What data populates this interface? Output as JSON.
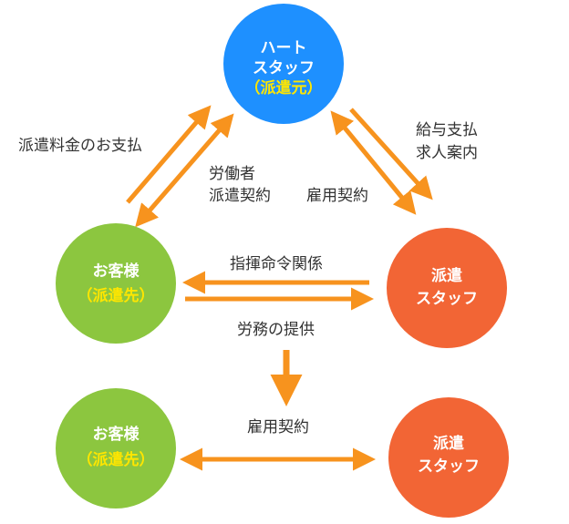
{
  "colors": {
    "arrow": "#f7931e",
    "blue_node": "#1e90ff",
    "green_node": "#8cc63f",
    "red_node": "#f26535",
    "sub_text": "#ffe600",
    "text": "#333333"
  },
  "nodes": {
    "haato": {
      "line1": "ハート",
      "line2": "スタッフ",
      "line3": "（派遣元）"
    },
    "client_top": {
      "line1": "お客様",
      "line2": "（派遣先）"
    },
    "staff_top": {
      "line1": "派遣",
      "line2": "スタッフ"
    },
    "client_bottom": {
      "line1": "お客様",
      "line2": "（派遣先）"
    },
    "staff_bottom": {
      "line1": "派遣",
      "line2": "スタッフ"
    }
  },
  "labels": {
    "fee_payment": "派遣料金のお支払",
    "worker_dispatch_1": "労働者",
    "worker_dispatch_2": "派遣契約",
    "employment_top": "雇用契約",
    "salary": "給与支払",
    "recruit": "求人案内",
    "command": "指揮命令関係",
    "labor": "労務の提供",
    "employment_bottom": "雇用契約"
  }
}
